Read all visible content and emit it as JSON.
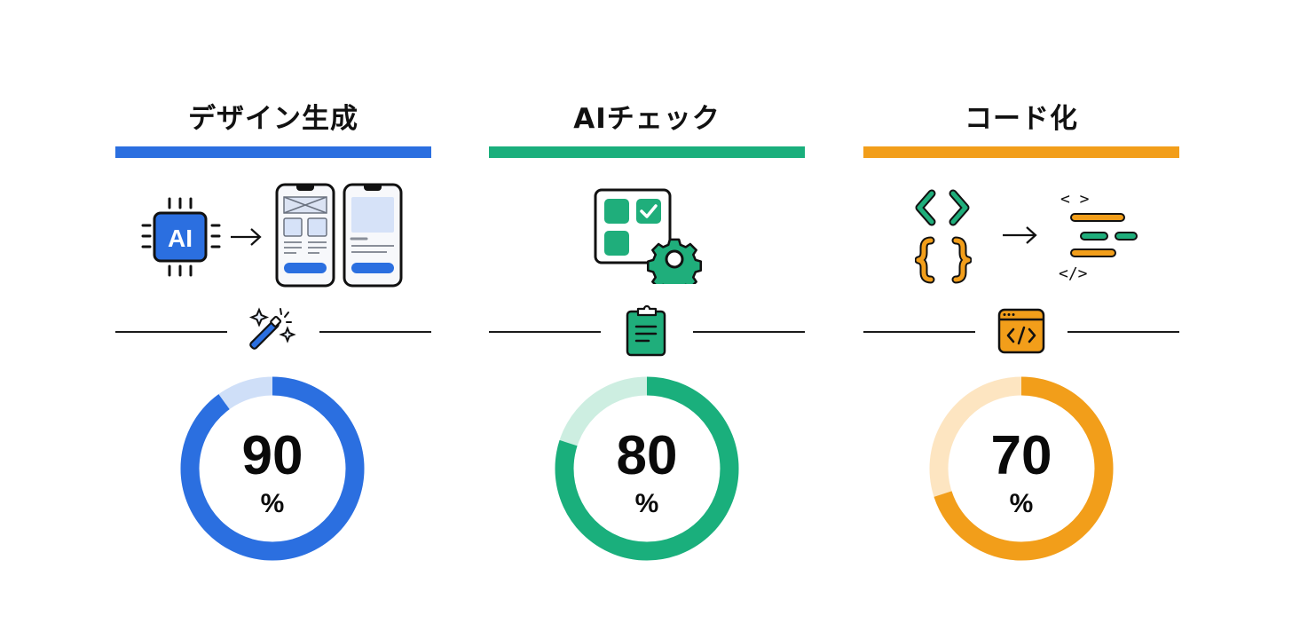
{
  "columns": [
    {
      "title": "デザイン生成",
      "accent": "#2b6fe0",
      "accent_light": "#cfdff8",
      "illustration": "ai-chip-to-mobile-wireframes",
      "divider_icon": "magic-wand-icon",
      "value": 90,
      "value_label": "90",
      "unit": "%",
      "chip_label": "AI"
    },
    {
      "title": "AIチェック",
      "accent": "#1aaf7c",
      "accent_light": "#cdeee1",
      "illustration": "checklist-grid-with-gear",
      "divider_icon": "clipboard-icon",
      "value": 80,
      "value_label": "80",
      "unit": "%"
    },
    {
      "title": "コード化",
      "accent": "#f29e1a",
      "accent_light": "#fde5c1",
      "illustration": "code-brackets-to-code-lines",
      "divider_icon": "code-window-icon",
      "value": 70,
      "value_label": "70",
      "unit": "%",
      "code_top": "< >",
      "code_bottom": "</>"
    }
  ]
}
